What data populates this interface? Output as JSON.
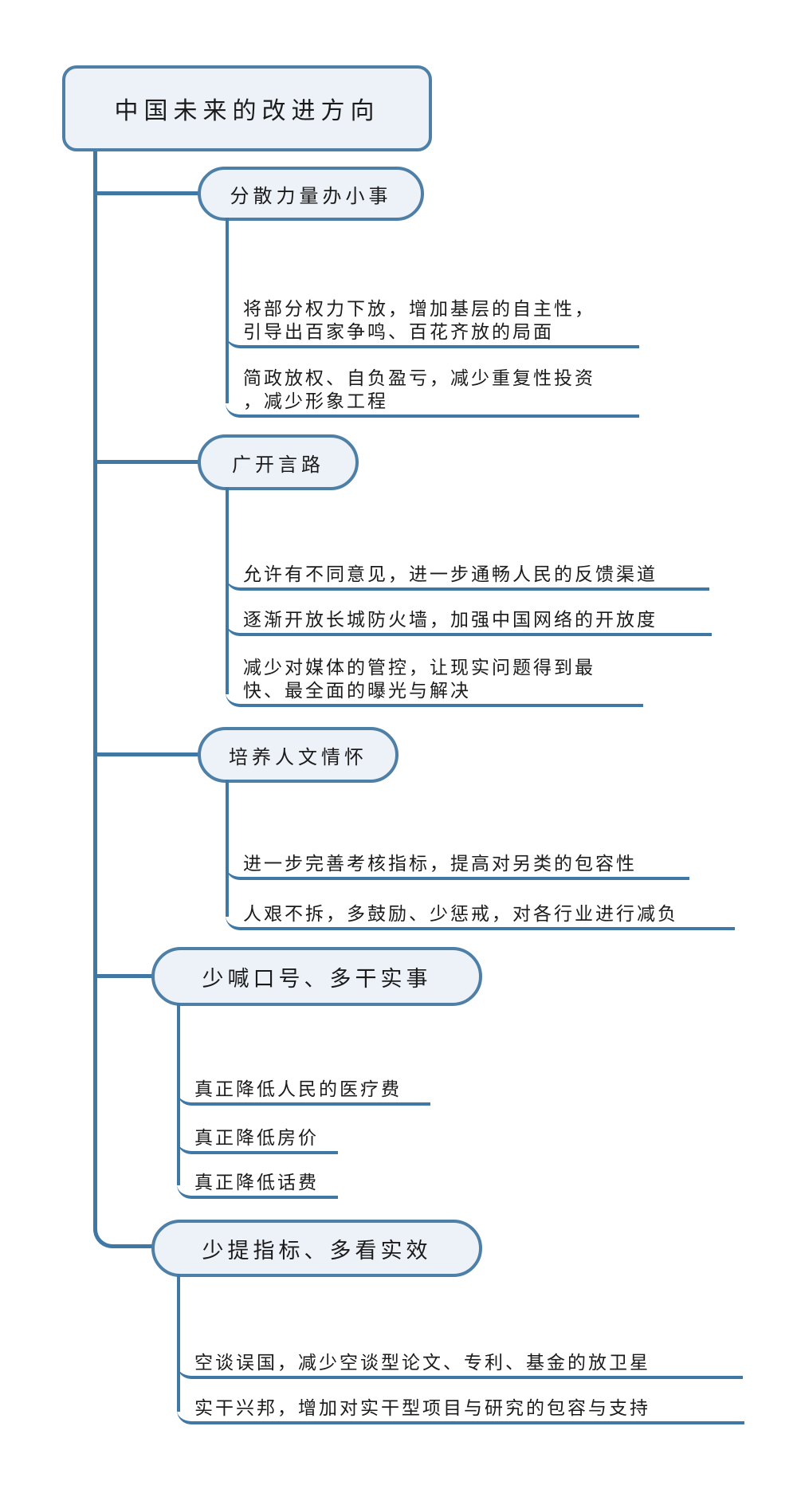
{
  "root": {
    "label": "中国未来的改进方向"
  },
  "branches": [
    {
      "label": "分散力量办小事",
      "children": [
        {
          "lines": [
            "将部分权力下放，增加基层的自主性，",
            "引导出百家争鸣、百花齐放的局面"
          ]
        },
        {
          "lines": [
            "简政放权、自负盈亏，减少重复性投资",
            "，减少形象工程"
          ]
        }
      ]
    },
    {
      "label": "广开言路",
      "children": [
        {
          "lines": [
            "允许有不同意见，进一步通畅人民的反馈渠道"
          ]
        },
        {
          "lines": [
            "逐渐开放长城防火墙，加强中国网络的开放度"
          ]
        },
        {
          "lines": [
            "减少对媒体的管控，让现实问题得到最",
            "快、最全面的曝光与解决"
          ]
        }
      ]
    },
    {
      "label": "培养人文情怀",
      "children": [
        {
          "lines": [
            "进一步完善考核指标，提高对另类的包容性"
          ]
        },
        {
          "lines": [
            "人艰不拆，多鼓励、少惩戒，对各行业进行减负"
          ]
        }
      ]
    },
    {
      "label": "少喊口号、多干实事",
      "children": [
        {
          "lines": [
            "真正降低人民的医疗费"
          ]
        },
        {
          "lines": [
            "真正降低房价"
          ]
        },
        {
          "lines": [
            "真正降低话费"
          ]
        }
      ]
    },
    {
      "label": "少提指标、多看实效",
      "children": [
        {
          "lines": [
            "空谈误国，减少空谈型论文、专利、基金的放卫星"
          ]
        },
        {
          "lines": [
            "实干兴邦，增加对实干型项目与研究的包容与支持"
          ]
        }
      ]
    }
  ],
  "colors": {
    "line": "#4078a5",
    "node_border": "#4d7fa7",
    "node_fill": "#edf1f8",
    "text": "#1b1b1b",
    "background": "#ffffff"
  }
}
